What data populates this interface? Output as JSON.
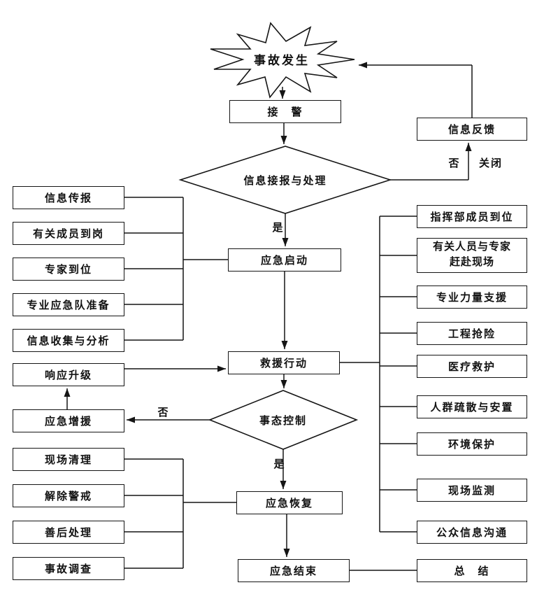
{
  "nodes": {
    "start": "事故发生",
    "receive": "接　警",
    "feedback": "信息反馈",
    "decision1": "信息接报与处理",
    "launch": "应急启动",
    "rescue": "救援行动",
    "decision2": "事态控制",
    "recovery": "应急恢复",
    "end": "应急结束",
    "summary": "总　结",
    "escalate": "响应升级",
    "reinforce": "应急增援"
  },
  "left_top": [
    "信息传报",
    "有关成员到岗",
    "专家到位",
    "专业应急队准备",
    "信息收集与分析"
  ],
  "left_bottom": [
    "现场清理",
    "解除警戒",
    "善后处理",
    "事故调查"
  ],
  "right_column": [
    "指挥部成员到位",
    "有关人员与专家\n赶赴现场",
    "专业力量支援",
    "工程抢险",
    "医疗救护",
    "人群疏散与安置",
    "环境保护",
    "现场监测",
    "公众信息沟通"
  ],
  "labels": {
    "yes": "是",
    "no": "否",
    "close": "关闭"
  },
  "colors": {
    "line": "#151515",
    "box_bg": "#ffffff"
  }
}
